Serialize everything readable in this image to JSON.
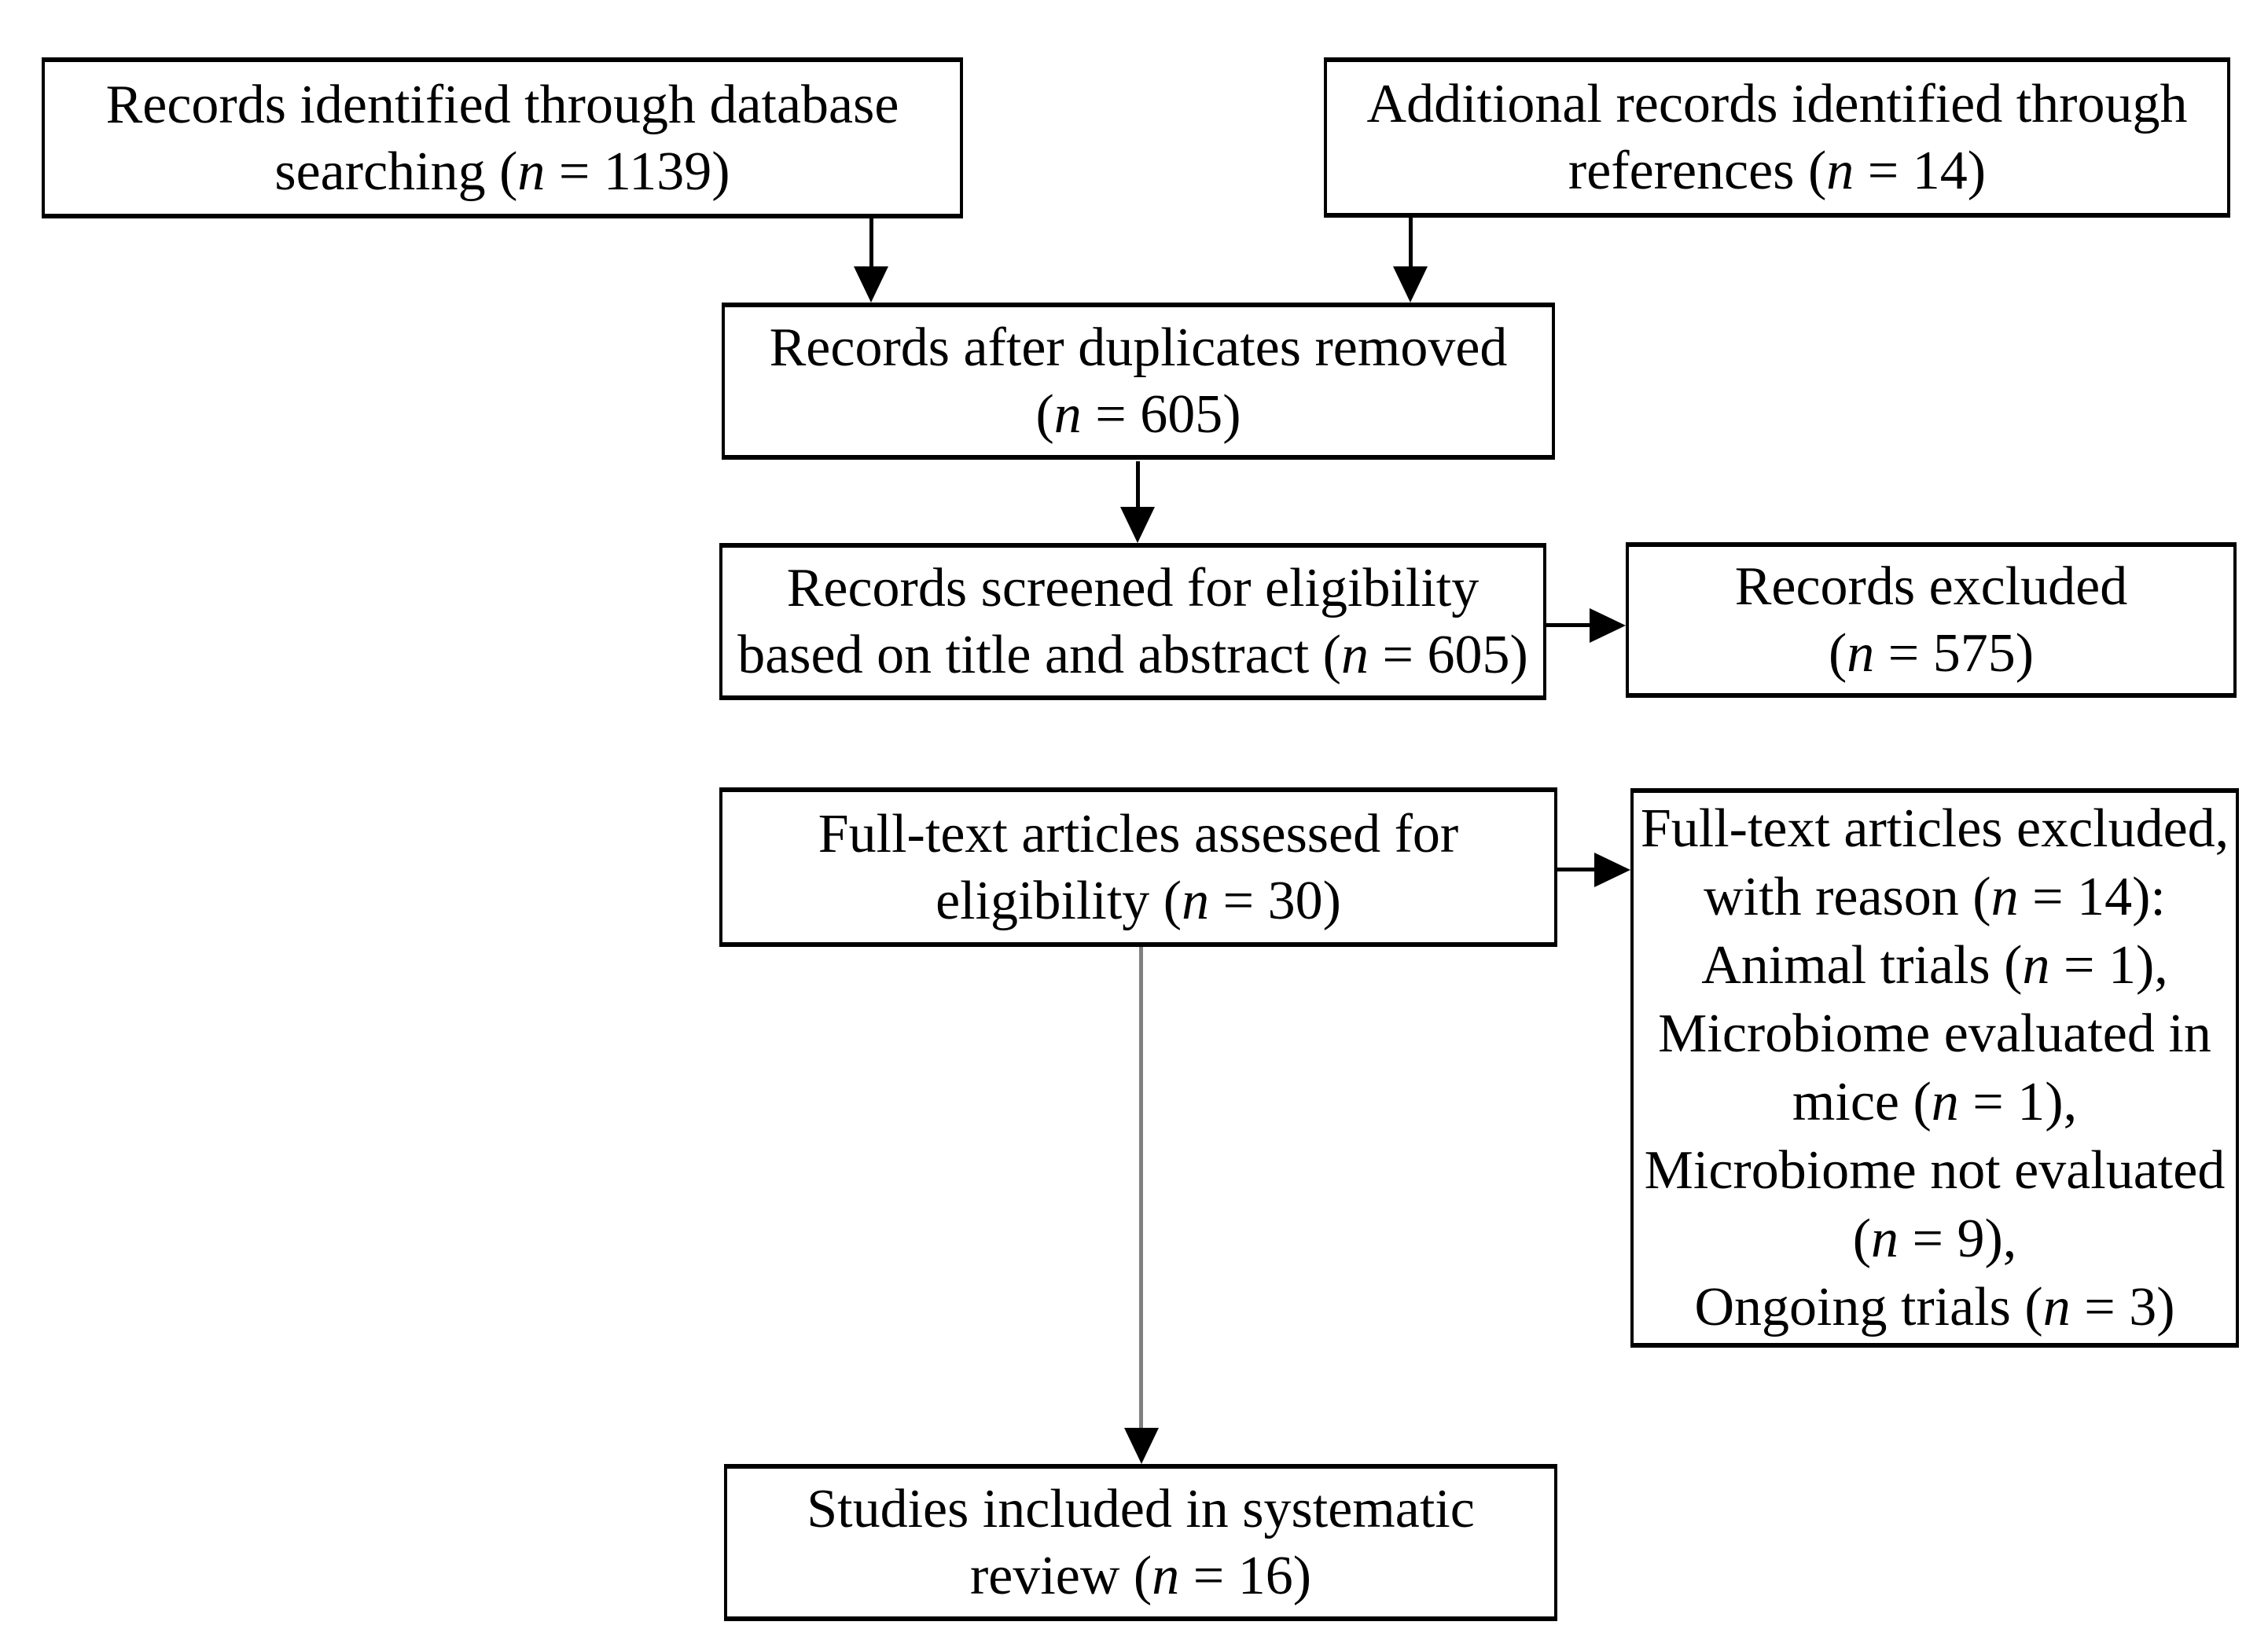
{
  "diagram": {
    "boxes": {
      "records_identified": {
        "text": "Records identified through database\nsearching (n = 1139)"
      },
      "additional_records": {
        "text": "Additional records identified through\nreferences (n = 14)"
      },
      "duplicates_removed": {
        "text": "Records after duplicates removed\n(n = 605)"
      },
      "records_screened": {
        "text": "Records screened for eligibility\nbased on title and abstract (n = 605)"
      },
      "records_excluded": {
        "text": "Records excluded\n(n = 575)"
      },
      "fulltext_assessed": {
        "text": "Full-text articles assessed for\neligibility (n = 30)"
      },
      "fulltext_excluded": {
        "text": "Full-text articles excluded,\nwith reason (n = 14):\nAnimal trials (n = 1),\nMicrobiome evaluated in\nmice (n = 1),\nMicrobiome not evaluated\n(n = 9),\nOngoing trials (n = 3)"
      },
      "studies_included": {
        "text": "Studies included in systematic\nreview (n = 16)"
      }
    },
    "colors": {
      "background": "#ffffff",
      "box_fill": "#ffffff",
      "box_border": "#000000",
      "text": "#000000",
      "arrow": "#000000",
      "long_connector_line": "#808080"
    }
  }
}
